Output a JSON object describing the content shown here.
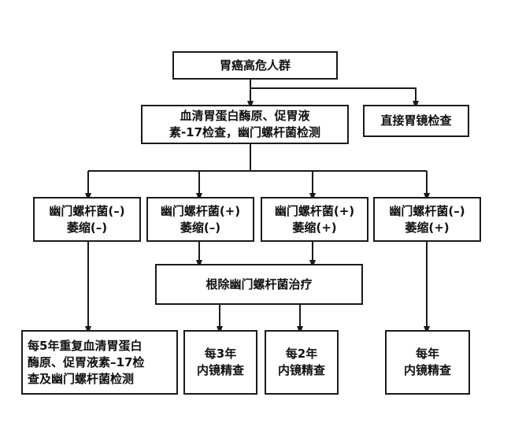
{
  "flowchart": {
    "nodes": {
      "root": "胃癌高危人群",
      "serology": "血清胃蛋白酶原、促胃液\n素-17检查，幽门螺杆菌检测",
      "direct_endoscopy": "直接胃镜检查",
      "hp_neg_atrophy_neg": "幽门螺杆菌(–)\n萎缩(–)",
      "hp_pos_atrophy_neg": "幽门螺杆菌(+)\n萎缩(–)",
      "hp_pos_atrophy_pos": "幽门螺杆菌(+)\n萎缩(+)",
      "hp_neg_atrophy_pos": "幽门螺杆菌(–)\n萎缩(+)",
      "eradication": "根除幽门螺杆菌治疗",
      "every_5_years": "每5年重复血清胃蛋白\n酶原、促胃液素–17检\n查及幽门螺杆菌检测",
      "every_3_years": "每3年\n内镜精查",
      "every_2_years": "每2年\n内镜精查",
      "every_year": "每年\n内镜精查"
    }
  }
}
